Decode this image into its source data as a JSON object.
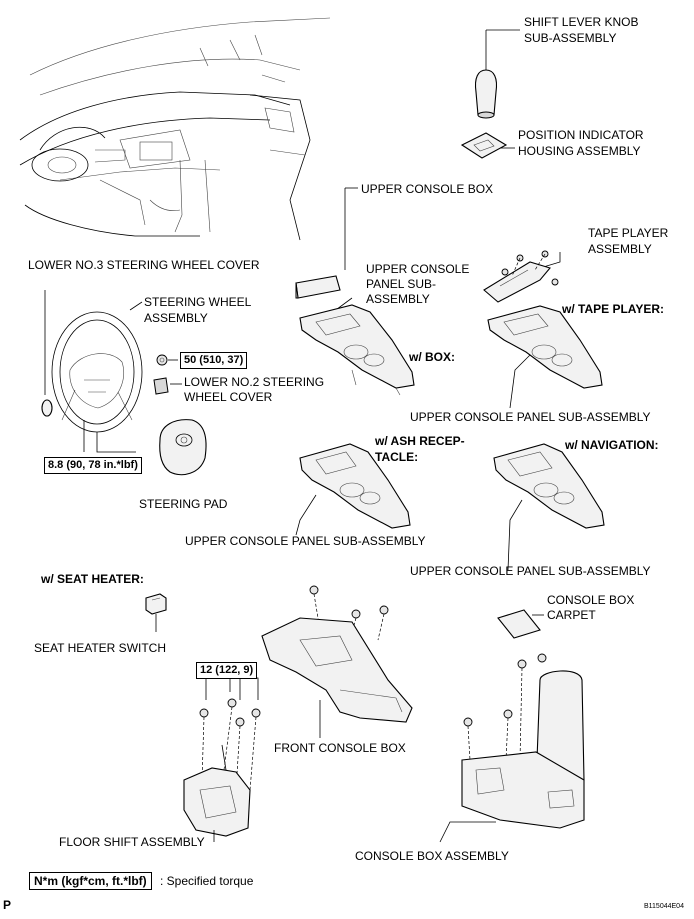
{
  "labels": {
    "shift_knob_1": "SHIFT LEVER KNOB",
    "shift_knob_2": "SUB-ASSEMBLY",
    "pos_ind_1": "POSITION INDICATOR",
    "pos_ind_2": "HOUSING ASSEMBLY",
    "upper_console_box": "UPPER CONSOLE BOX",
    "tape_player_1": "TAPE PLAYER",
    "tape_player_2": "ASSEMBLY",
    "lower_no3": "LOWER NO.3 STEERING WHEEL COVER",
    "upper_panel_1": "UPPER CONSOLE",
    "upper_panel_2": "PANEL SUB-",
    "upper_panel_3": "ASSEMBLY",
    "w_tape_player": "w/ TAPE PLAYER:",
    "steering_wheel_1": "STEERING WHEEL",
    "steering_wheel_2": "ASSEMBLY",
    "torque_50": "50 (510, 37)",
    "w_box": "w/ BOX:",
    "lower_no2_1": "LOWER NO.2 STEERING",
    "lower_no2_2": "WHEEL COVER",
    "upper_panel_right": "UPPER CONSOLE PANEL SUB-ASSEMBLY",
    "w_ash_1": "w/ ASH RECEP-",
    "w_ash_2": "TACLE:",
    "w_navigation": "w/ NAVIGATION:",
    "torque_88": "8.8 (90, 78 in.*lbf)",
    "steering_pad": "STEERING PAD",
    "upper_panel_mid": "UPPER CONSOLE PANEL SUB-ASSEMBLY",
    "upper_panel_nav": "UPPER CONSOLE PANEL SUB-ASSEMBLY",
    "w_seat_heater": "w/ SEAT HEATER:",
    "carpet_1": "CONSOLE BOX",
    "carpet_2": "CARPET",
    "seat_heater_switch": "SEAT HEATER SWITCH",
    "torque_12": "12 (122, 9)",
    "front_console_box": "FRONT CONSOLE BOX",
    "floor_shift": "FLOOR SHIFT ASSEMBLY",
    "console_box_assembly": "CONSOLE BOX ASSEMBLY",
    "legend_units": "N*m (kgf*cm, ft.*lbf)",
    "legend_desc": ": Specified torque",
    "page_letter": "P",
    "figure_code": "B115044E04"
  }
}
